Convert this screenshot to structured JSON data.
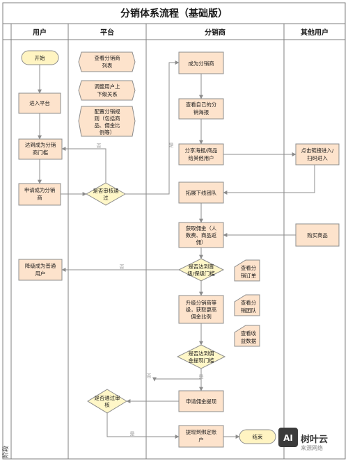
{
  "title": "分销体系流程（基础版）",
  "stage_label": "阶段",
  "lanes": [
    "用户",
    "平台",
    "分销商",
    "其他用户"
  ],
  "nodes": {
    "start": "开始",
    "enter_platform": "进入平台",
    "reach_threshold": [
      "达到成为分销",
      "商门槛"
    ],
    "apply_distributor": [
      "申请成为分销",
      "商"
    ],
    "downgrade": [
      "降级成为普通",
      "用户"
    ],
    "view_list": [
      "查看分销商",
      "列表"
    ],
    "adjust_relations": [
      "调整用户上",
      "下级关系"
    ],
    "config_rules": [
      "配置分销规",
      "则（包括商",
      "品、佣金比",
      "例等）"
    ],
    "approve": [
      "是否审核通",
      "过"
    ],
    "review_withdraw": [
      "是否通过审",
      "核"
    ],
    "become_distributor": "成为分销商",
    "view_poster": [
      "查看自己的分",
      "销海报"
    ],
    "share": [
      "分享海报/商品",
      "给其他用户"
    ],
    "expand_team": "拓展下线团队",
    "earn_commission": [
      "获取佣金（人",
      "数费、商品返",
      "佣）"
    ],
    "reach_upgrade": [
      "是否达到晋",
      "级/保级门槛"
    ],
    "view_orders": [
      "查看分",
      "销订单"
    ],
    "view_team": [
      "查看分",
      "销团队"
    ],
    "view_income": [
      "查看收",
      "益数据"
    ],
    "upgrade": [
      "升级分销商等",
      "级，获取更高",
      "佣金比例"
    ],
    "reach_withdraw": [
      "是否达到佣",
      "金提现门槛"
    ],
    "apply_withdraw": "申请佣金提现",
    "withdraw_account": [
      "提现到绑定账",
      "户"
    ],
    "end": "结束",
    "click_link": [
      "点击链接进入/",
      "扫码进入"
    ],
    "buy": "购买商品"
  },
  "edge_labels": {
    "yes": "是",
    "no": "否"
  },
  "watermark": {
    "logo": "AI",
    "name": "树叶云",
    "sub": "来源网络"
  },
  "colors": {
    "node_fill": "#fde3cc",
    "node_stroke": "#8c8c8c",
    "start_fill": "#fff4c2",
    "decision_fill": "#fff7c8",
    "line": "#8c8c8c",
    "grid": "#7f7f7f",
    "arrow_stroke": "#bdbdbd"
  }
}
